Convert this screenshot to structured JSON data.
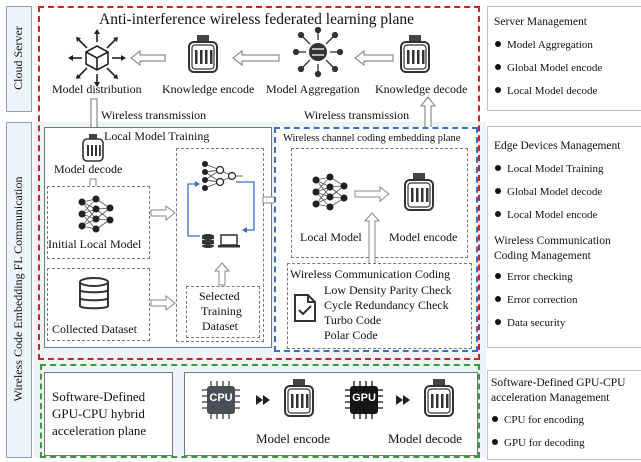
{
  "left_labels": {
    "cloud_server": "Cloud Server",
    "wireless_code": "Wireless Code Embedding FL Communication"
  },
  "cloud_plane": {
    "title": "Anti-interference wireless federated learning plane",
    "steps": [
      "Model distribution",
      "Knowledge encode",
      "Model Aggregation",
      "Knowledge decode"
    ],
    "wireless_left": "Wireless transmission",
    "wireless_right": "Wireless transmission"
  },
  "local_training": {
    "title": "Local Model Training",
    "model_decode": "Model decode",
    "initial_model": "Initial  Local Model",
    "collected_dataset": "Collected Dataset",
    "selected_dataset": [
      "Selected",
      "Training",
      "Dataset"
    ]
  },
  "channel_coding": {
    "title": "Wireless channel coding embedding plane",
    "local_model": "Local Model",
    "model_encode": "Model encode",
    "coding_title": "Wireless Communication Coding",
    "codes": [
      "Low Density Parity Check",
      "Cycle Redundancy Check",
      "Turbo Code",
      "Polar Code"
    ]
  },
  "hybrid": {
    "title": [
      "Software-Defined",
      "GPU-CPU hybrid",
      "acceleration plane"
    ],
    "cpu": "CPU",
    "gpu": "GPU",
    "model_encode": "Model encode",
    "model_decode": "Model decode"
  },
  "server_mgmt": {
    "title": "Server Management",
    "items": [
      "Model Aggregation",
      "Global Model encode",
      "Local Model decode"
    ]
  },
  "edge_mgmt": {
    "title": "Edge Devices Management",
    "items": [
      "Local Model Training",
      "Global Model decode",
      "Local Model encode"
    ],
    "wc_title": [
      "Wireless Communication",
      "Coding Management"
    ],
    "wc_items": [
      "Error checking",
      "Error correction",
      "Data security"
    ]
  },
  "accel_mgmt": {
    "title": [
      "Software-Defined GPU-CPU",
      "acceleration Management"
    ],
    "items": [
      "CPU for encoding",
      "GPU for decoding"
    ]
  },
  "colors": {
    "red_dash": "#d9201f",
    "blue_dash": "#3a6fc2",
    "green_dash": "#3c9a3a",
    "panel_fill": "#eef3fa"
  }
}
